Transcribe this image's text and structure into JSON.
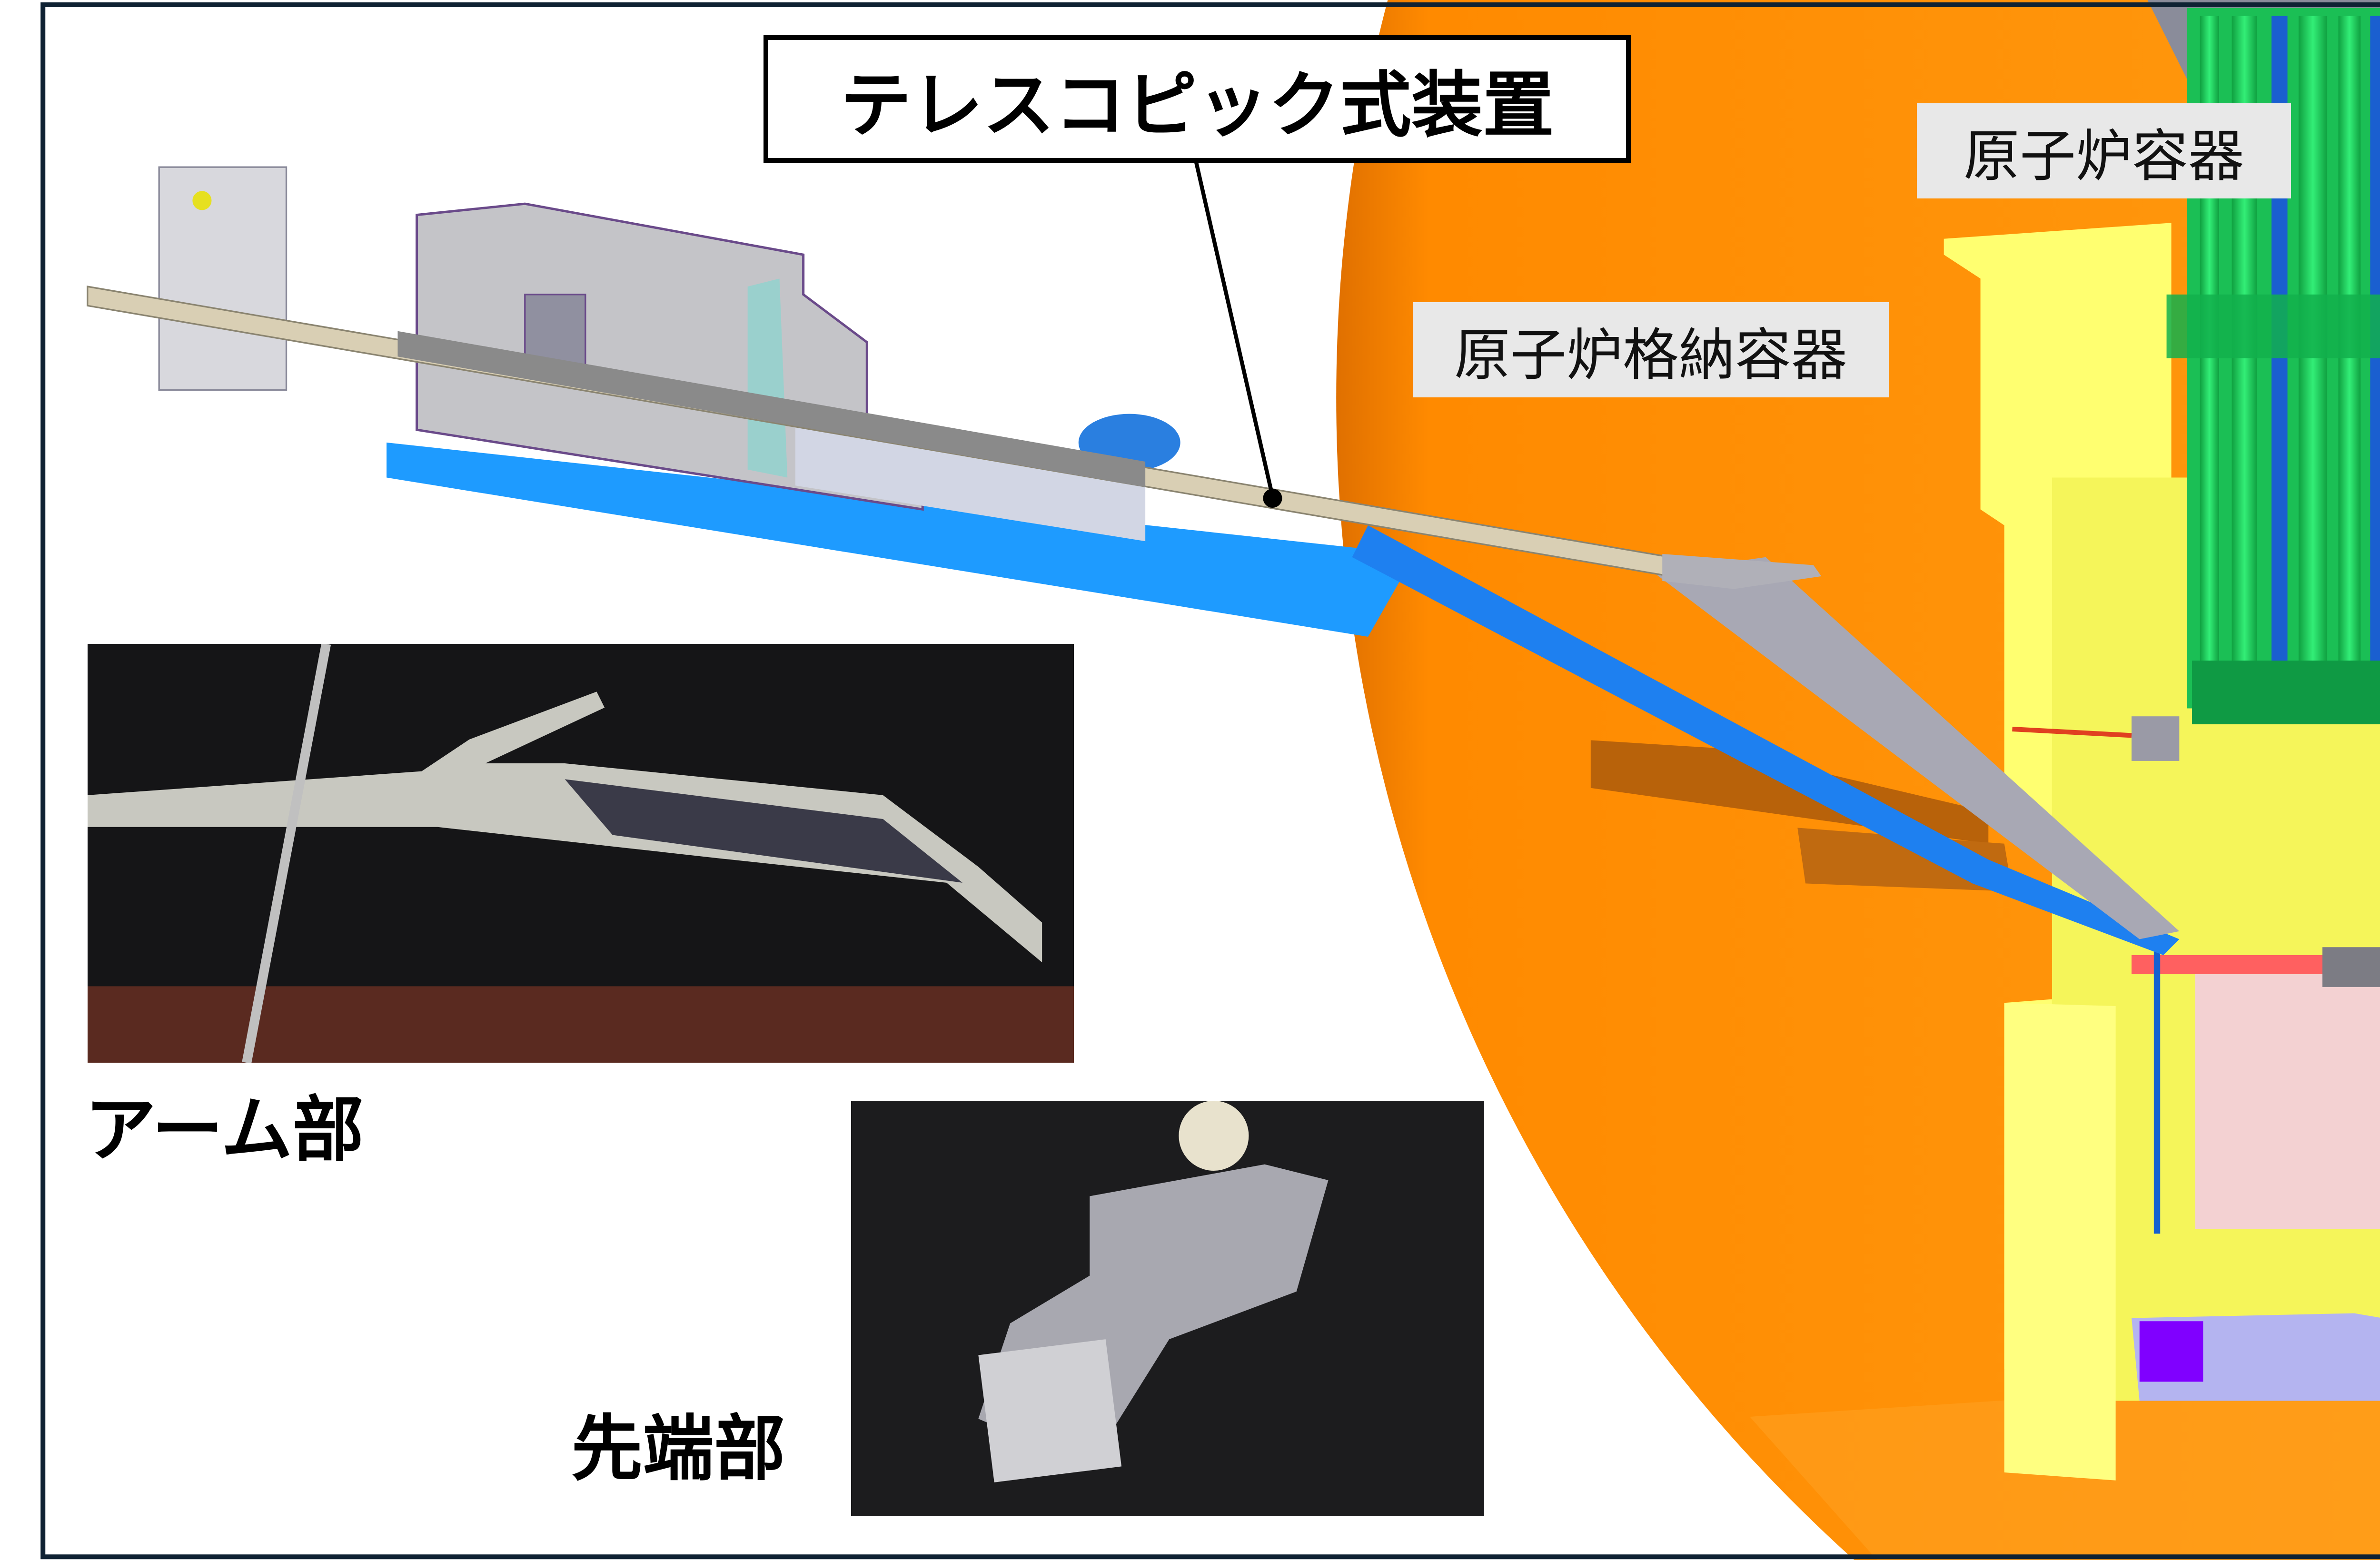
{
  "labels": {
    "device": "テレスコピック式装置",
    "reactor_vessel": "原子炉容器",
    "containment_vessel": "原子炉格納容器",
    "arm_section": "アーム部",
    "tip_section": "先端部"
  },
  "colors": {
    "frame": "#0f2233",
    "containment_orange": "#ff8c00",
    "pedestal_yellow": "#ffff66",
    "rods_green": "#22cc66",
    "base_blue": "#1e90ff",
    "tube_beige": "#d9cfb4",
    "label_gray": "#e8e8e8"
  }
}
